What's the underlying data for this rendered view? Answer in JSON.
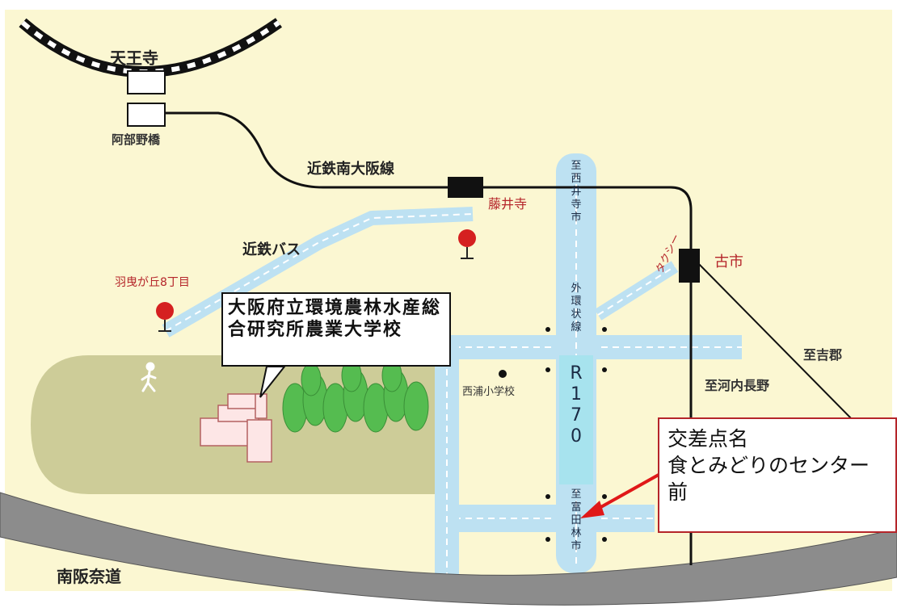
{
  "stations": {
    "tennoji": "天王寺",
    "abenobashi": "阿部野橋",
    "fujiidera": "藤井寺",
    "furuichi": "古市",
    "habikigaoka": "羽曳が丘8丁目"
  },
  "lines": {
    "kintetsu_minami_osaka": "近鉄南大阪線",
    "kintetsu_bus": "近鉄バス",
    "taxi": "タクシー"
  },
  "roads": {
    "r170_label": "R170",
    "r170_north_dest": "至西井寺市",
    "r170_ring_label": "外環状線",
    "r170_south_dest": "至富田林市",
    "minami_hanna_road": "南阪奈道"
  },
  "destinations": {
    "to_kawachinagano": "至河内長野",
    "to_sayama": "至吉郡"
  },
  "landmarks": {
    "elementary_school": "西浦小学校",
    "school_callout": "大阪府立環境農林水産総合研究所農業大学校"
  },
  "intersection_callout": {
    "line1": "交差点名",
    "line2": "食とみどりのセンター",
    "line3": "前"
  },
  "colors": {
    "background": "#fbf7d2",
    "road_fill": "#bde1f2",
    "road_dash": "#ffffff",
    "highway": "#8c8c8c",
    "park": "#cdcc98",
    "trees": "#55bc50",
    "rail": "#111111",
    "bus_stop": "#d52020",
    "callout_border": "#b5252a"
  },
  "icons": {
    "pedestrian": "walking-person-icon",
    "bus_stop": "bus-stop-icon",
    "school": "school-building-icon"
  }
}
